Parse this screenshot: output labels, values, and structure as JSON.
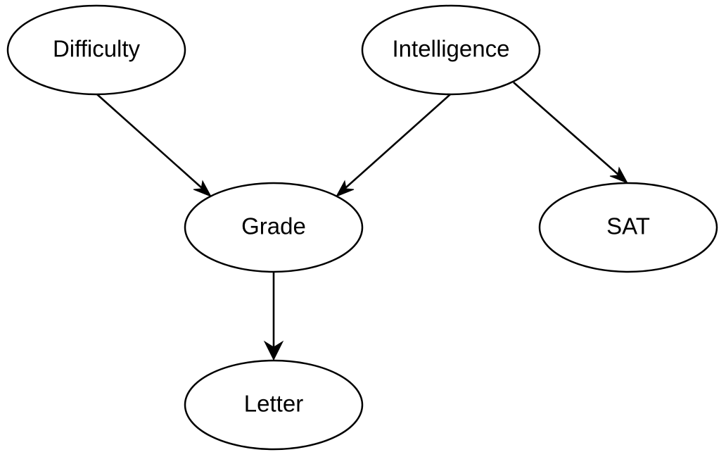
{
  "diagram": {
    "type": "directed-graph",
    "nodes": [
      {
        "id": "difficulty",
        "label": "Difficulty"
      },
      {
        "id": "intelligence",
        "label": "Intelligence"
      },
      {
        "id": "grade",
        "label": "Grade"
      },
      {
        "id": "sat",
        "label": "SAT"
      },
      {
        "id": "letter",
        "label": "Letter"
      }
    ],
    "edges": [
      {
        "from": "difficulty",
        "to": "grade"
      },
      {
        "from": "intelligence",
        "to": "grade"
      },
      {
        "from": "intelligence",
        "to": "sat"
      },
      {
        "from": "grade",
        "to": "letter"
      }
    ],
    "colors": {
      "stroke": "#000000",
      "fill": "#ffffff",
      "text": "#000000"
    }
  }
}
